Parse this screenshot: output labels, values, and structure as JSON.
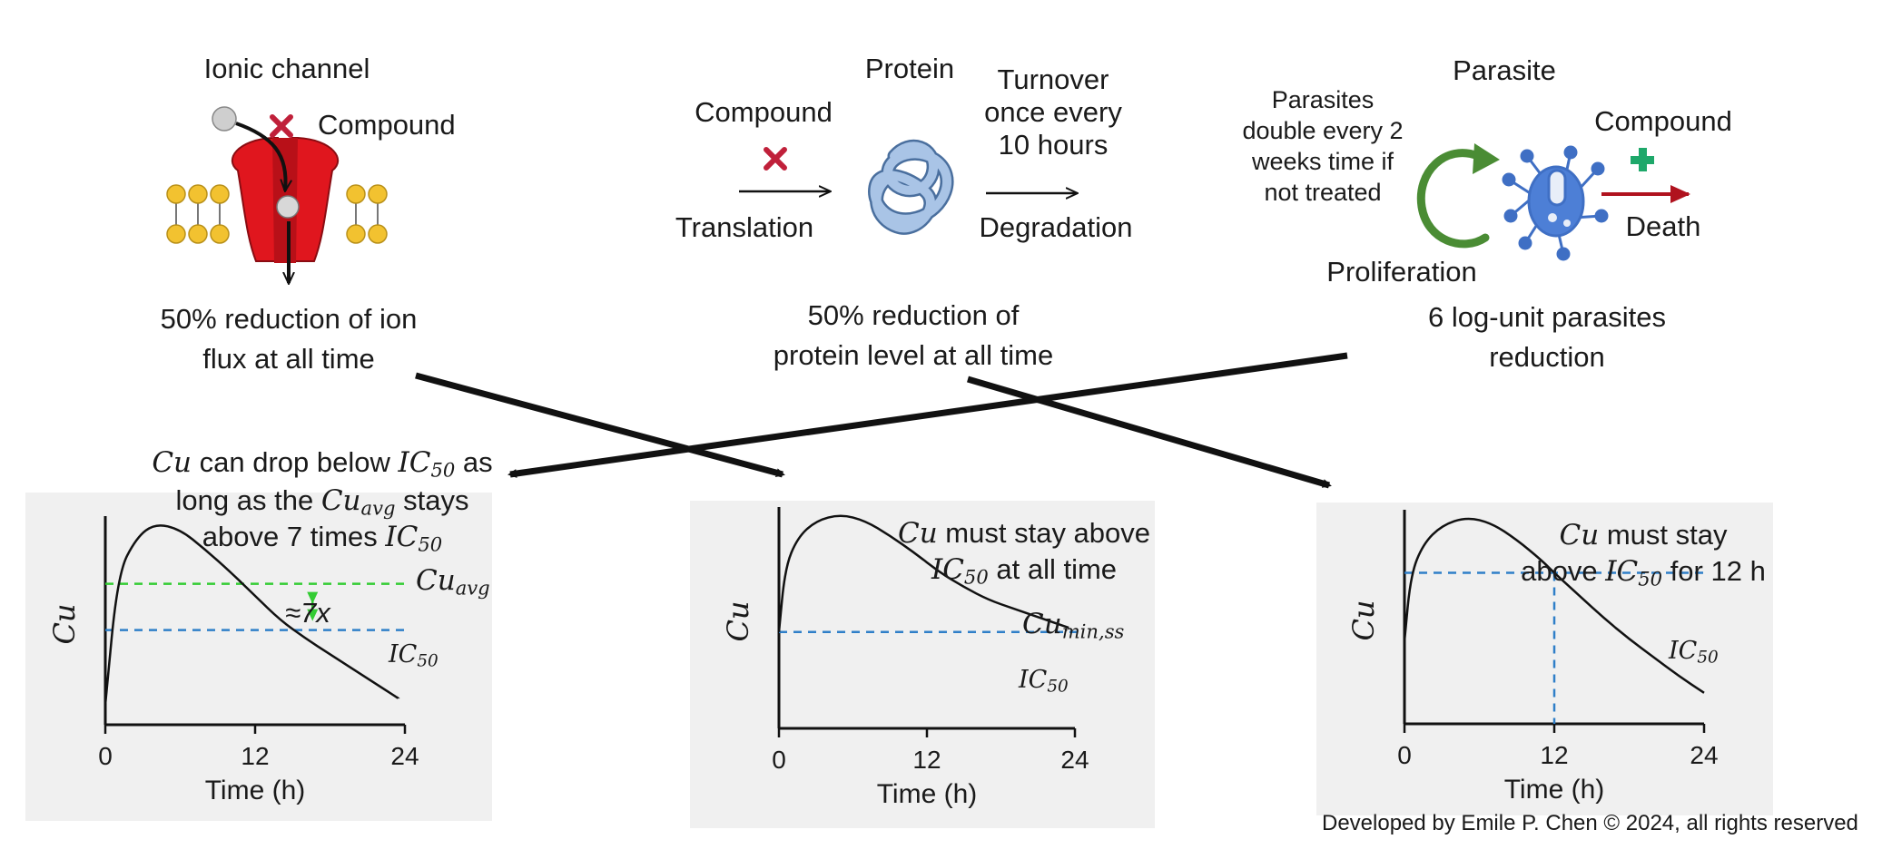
{
  "top": {
    "ion": {
      "title": "Ionic channel",
      "compound": "Compound",
      "effect_line1": "50% reduction of ion",
      "effect_line2": "flux at all time"
    },
    "protein": {
      "title": "Protein",
      "compound": "Compound",
      "turnover": [
        "Turnover",
        "once every",
        "10 hours"
      ],
      "translation": "Translation",
      "degradation": "Degradation",
      "effect_line1": "50% reduction of",
      "effect_line2": "protein level at all time"
    },
    "parasite": {
      "title": "Parasite",
      "doubling": [
        "Parasites",
        "double every 2",
        "weeks time if",
        "not treated"
      ],
      "compound": "Compound",
      "death": "Death",
      "proliferation": "Proliferation",
      "effect_line1": "6 log-unit parasites",
      "effect_line2": "reduction"
    }
  },
  "panels": {
    "left": {
      "note_a": "can drop below",
      "note_b": "as",
      "note_c": "long as the",
      "note_d": "stays",
      "note_e": "above 7 times",
      "ratio": "≈7x"
    },
    "middle": {
      "note_a": "must stay above",
      "note_b": "at all time"
    },
    "right": {
      "note_a": "must stay",
      "note_b": "above",
      "note_c": "for 12 h"
    }
  },
  "symbols": {
    "cu": "Cu",
    "ic": "IC",
    "ic_sub": "50",
    "avg_sub": "avg",
    "minss_sub": "min,ss"
  },
  "axis": {
    "ylabel": "Cu",
    "xlabel": "Time (h)",
    "ticks": [
      "0",
      "12",
      "24"
    ]
  },
  "footer": "Developed by Emile P. Chen © 2024, all rights reserved",
  "chart_data": [
    {
      "type": "line",
      "xlabel": "Time (h)",
      "ylabel": "Cu",
      "xlim": [
        0,
        24
      ],
      "x_ticks": [
        0,
        12,
        24
      ],
      "grid": false,
      "series": [
        {
          "x": [
            0,
            1,
            2.5,
            4,
            6,
            8,
            10,
            12,
            14,
            16,
            18,
            20,
            22,
            23.5
          ],
          "y": [
            0.1,
            0.75,
            0.93,
            1.0,
            0.97,
            0.87,
            0.76,
            0.64,
            0.52,
            0.43,
            0.35,
            0.27,
            0.19,
            0.13
          ]
        }
      ],
      "reference_lines": [
        {
          "label": "Cu_avg",
          "y": 0.7,
          "color": "#33cc33"
        },
        {
          "label": "IC50",
          "y": 0.47,
          "color": "#2f7fc8"
        }
      ],
      "annotation": "≈7x"
    },
    {
      "type": "line",
      "xlabel": "Time (h)",
      "ylabel": "Cu",
      "xlim": [
        0,
        24
      ],
      "x_ticks": [
        0,
        12,
        24
      ],
      "grid": false,
      "series": [
        {
          "x": [
            0,
            0.5,
            1.5,
            3,
            5,
            7,
            9,
            11,
            13,
            15,
            17,
            19,
            21,
            23.5
          ],
          "y": [
            0.45,
            0.75,
            0.89,
            0.97,
            1.0,
            0.97,
            0.9,
            0.82,
            0.73,
            0.66,
            0.6,
            0.56,
            0.52,
            0.47
          ]
        }
      ],
      "reference_lines": [
        {
          "label": "Cu_min,ss",
          "y": 0.48,
          "color": "#1a1a1a"
        },
        {
          "label": "IC50",
          "y": 0.45,
          "color": "#2f7fc8"
        }
      ]
    },
    {
      "type": "line",
      "xlabel": "Time (h)",
      "ylabel": "Cu",
      "xlim": [
        0,
        24
      ],
      "x_ticks": [
        0,
        12,
        24
      ],
      "grid": false,
      "series": [
        {
          "x": [
            0,
            0.5,
            1.5,
            3,
            5,
            7,
            9,
            11,
            12,
            14,
            16,
            18,
            20,
            22,
            24
          ],
          "y": [
            0.4,
            0.72,
            0.87,
            0.96,
            1.0,
            0.97,
            0.89,
            0.79,
            0.73,
            0.62,
            0.51,
            0.41,
            0.32,
            0.23,
            0.15
          ]
        }
      ],
      "reference_lines": [
        {
          "label": "IC50",
          "y": 0.73,
          "color": "#2f7fc8"
        }
      ],
      "vertical_line": {
        "x": 12,
        "color": "#2f7fc8"
      }
    }
  ]
}
